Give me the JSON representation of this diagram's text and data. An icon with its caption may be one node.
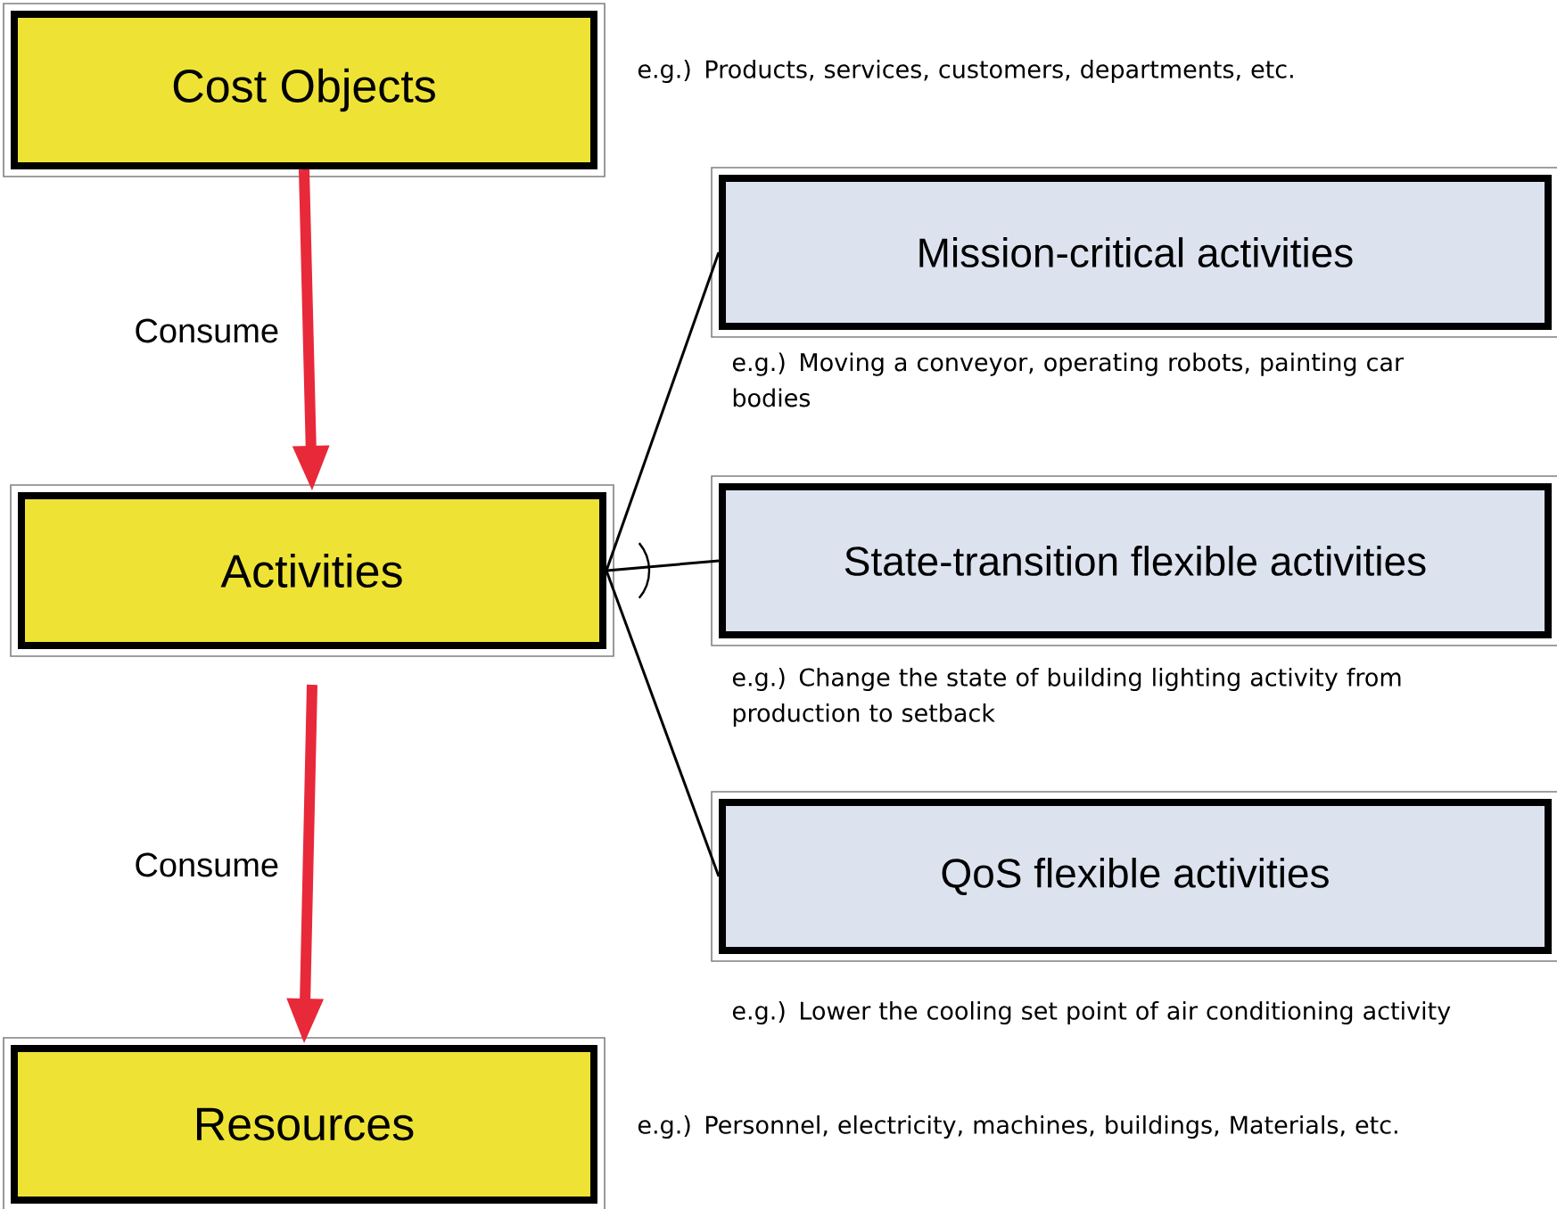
{
  "diagram": {
    "nodes": [
      {
        "text": [
          "Cost Objects"
        ],
        "beside": [
          "e.g.) Products, services, customers, departments, etc."
        ]
      },
      {
        "text": [
          "Activities"
        ]
      },
      {
        "text": [
          "Resources"
        ],
        "beside": [
          "e.g.) Personnel, electricity, machines, buildings, Materials, etc."
        ]
      },
      {
        "text": [
          "Mission-critical activities"
        ],
        "beside": [
          "e.g.) Moving a conveyor, operating robots, painting car bodies"
        ]
      },
      {
        "text": [
          "State-transition flexible activities"
        ],
        "beside": [
          "e.g.) Change the state of building lighting activity from production to setback"
        ]
      },
      {
        "text": [
          "QoS flexible activities"
        ],
        "beside": [
          "e.g.) Lower the cooling set point of air conditioning activity"
        ]
      }
    ],
    "edges": [
      {
        "from": 0,
        "to": 1,
        "arrow": "to",
        "label": "Consume",
        "style": "thick",
        "color": "#e8293a"
      },
      {
        "from": 1,
        "to": 2,
        "arrow": "to",
        "label": "Consume",
        "style": "thick",
        "color": "#e8293a"
      },
      {
        "from": 1,
        "to": 3,
        "arrow": "none"
      },
      {
        "from": 1,
        "to": 4,
        "arrow": "none"
      },
      {
        "from": 1,
        "to": 5,
        "arrow": "none"
      }
    ]
  }
}
